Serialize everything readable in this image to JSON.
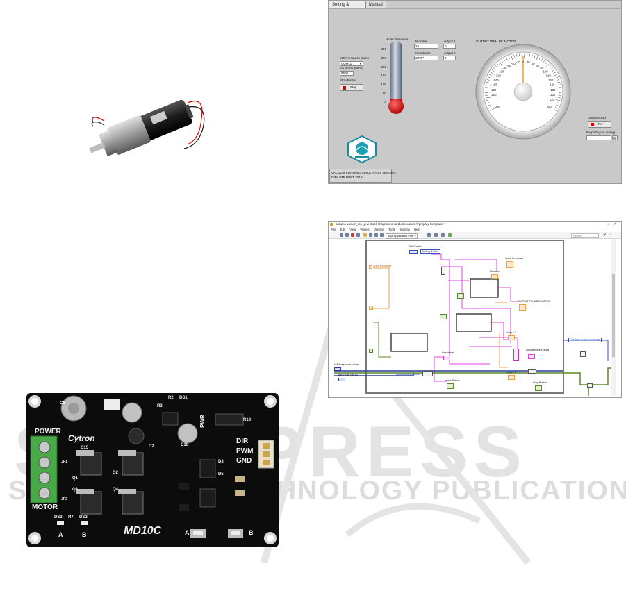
{
  "front_panel": {
    "tabs": [
      "Setting & Monitoring",
      "Manual"
    ],
    "visa_label": "VISA resource name",
    "visa_value": "COM11",
    "baud_label": "baud rate (9600)",
    "baud_value": "9600",
    "stop_label": "Stop Button",
    "stop_text": "Stop",
    "thermo_label": "Suhu Pemanas",
    "thermo_ticks": [
      "300",
      "250",
      "200",
      "150",
      "100",
      "50",
      "0"
    ],
    "numeric_label": "Numeric",
    "numeric_value": "24",
    "keputusan_label": "Keputusan",
    "keputusan_value": "STOP",
    "output1_label": "output 1",
    "output1_value": "0",
    "output2_label": "output 2",
    "output2_value": "0",
    "gauge_title": "OUTPUT PWM DC MOTOR",
    "gauge_ticks": [
      "-250",
      "-200",
      "-180",
      "-160",
      "-140",
      "-120",
      "-100",
      "-80",
      "-60",
      "-40",
      "-20",
      "0",
      "20",
      "40",
      "60",
      "80",
      "100",
      "120",
      "140",
      "160",
      "180",
      "200",
      "220",
      "250"
    ],
    "gauge_value": 0,
    "gauge_min": -250,
    "gauge_max": 250,
    "data_record_label": "Data Record",
    "data_record_text": "No",
    "file_path_label": "file path (use dialog)",
    "file_path_value": "",
    "footer_line1": "VACUUM FORMING SIMULATION TESTING",
    "footer_line2": "DIPA PMI PUPT 2019",
    "colors": {
      "panel": "#c9c9c9",
      "led_red": "#e00000",
      "mercury": "#dd0000"
    }
  },
  "block_diagram": {
    "title": "arduino vacum_rev_p.vi Block Diagram on arduino vacum.lvproj/My Computer *",
    "menu": [
      "File",
      "Edit",
      "View",
      "Project",
      "Operate",
      "Tools",
      "Window",
      "Help"
    ],
    "font_selector": "15pt Application Font",
    "search_placeholder": "Search",
    "nodes": {
      "tab_control": "Tab Control",
      "tab_values": "Setting & Mo...",
      "suhu": "Suhu Pemanas",
      "numeric": "Numeric",
      "output_pwm": "OUTPUT PWM DC MOTOR",
      "keputusan": "Keputusan",
      "output2": "output 2",
      "output1": "output 1",
      "concat": "concatenated string",
      "visa": "VISA resource name",
      "baud": "baud rate (9600)",
      "reset": "reset Button",
      "stop": "Stop Button",
      "continue": "Continue or stop message",
      "suhu_left": "Suhu Pemanas"
    },
    "colors": {
      "wire_pink": "#e040e0",
      "wire_orange": "#f0a040",
      "wire_green": "#5a8a2a",
      "wire_blue": "#3050c0"
    }
  },
  "board": {
    "labels": {
      "power": "POWER",
      "brand": "Cytron",
      "motor": "MOTOR",
      "model": "MD10C",
      "dir": "DIR",
      "pwm": "PWM",
      "gnd": "GND",
      "pwr": "PWR",
      "a": "A",
      "b": "B",
      "ds3": "DS3",
      "r7": "R7",
      "ds2": "DS2",
      "q1": "Q1",
      "q2": "Q2",
      "q3": "Q3",
      "q4": "Q4",
      "c15": "C15",
      "c10": "C10",
      "c6": "C6",
      "jp1": "JP1",
      "jp2": "JP2",
      "d2": "D2",
      "d3": "D3",
      "d5": "D5",
      "r2": "R2",
      "r3": "R3",
      "r18": "R18",
      "ds1": "DS1"
    }
  },
  "watermark": {
    "big": "SCITEPRESS",
    "small": "SCIENCE AND TECHNOLOGY PUBLICATIONS"
  }
}
